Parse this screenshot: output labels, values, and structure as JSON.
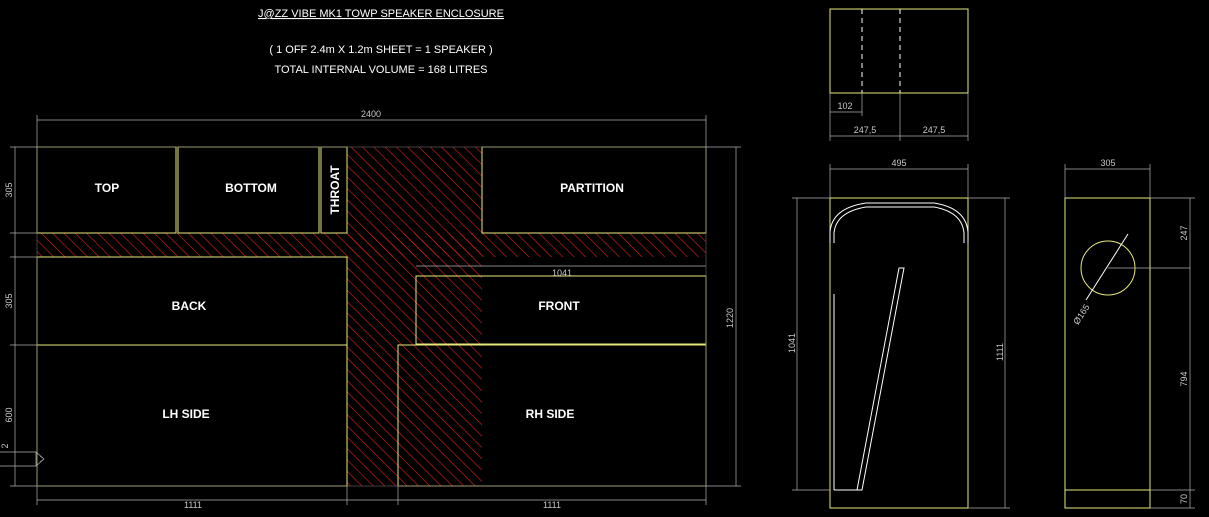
{
  "title": {
    "main": "J@ZZ VIBE MK1 TOWP SPEAKER ENCLOSURE",
    "line2": "( 1 OFF 2.4m X 1.2m SHEET = 1 SPEAKER )",
    "line3": "TOTAL INTERNAL VOLUME = 168 LITRES"
  },
  "panels": {
    "top": "TOP",
    "bottom": "BOTTOM",
    "throat": "THROAT",
    "partition": "PARTITION",
    "back": "BACK",
    "front": "FRONT",
    "lh_side": "LH SIDE",
    "rh_side": "RH SIDE"
  },
  "sheet_dims": {
    "width": "2400",
    "height": "1220",
    "row1": "305",
    "row2": "305",
    "row3": "600",
    "front_len": "1041",
    "lh_width": "1111",
    "rh_width": "1111",
    "small_marker": "2"
  },
  "top_view_dims": {
    "offset": "102",
    "half_left": "247,5",
    "half_right": "247,5"
  },
  "side_view_dims": {
    "width": "495",
    "inner_height": "1041",
    "height": "1111"
  },
  "front_view_dims": {
    "width": "305",
    "top_offset": "247",
    "lower": "794",
    "base": "70",
    "driver_dia": "Ø165"
  },
  "colors": {
    "background": "#000000",
    "panel_outline": "#e8e87a",
    "hatch": "#e02020",
    "text": "#ffffff",
    "dimension": "#b0b0b0"
  }
}
